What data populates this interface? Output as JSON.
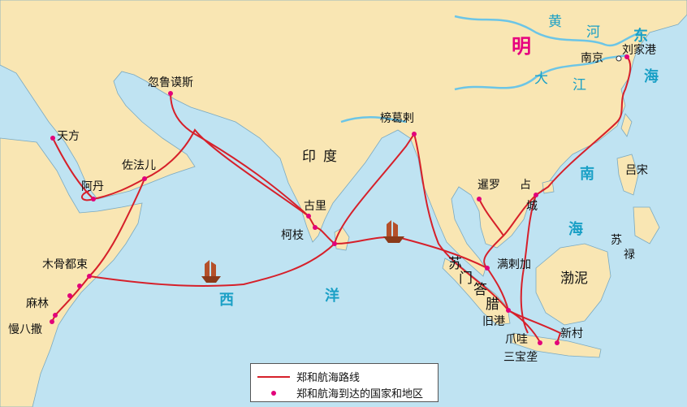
{
  "map": {
    "country_label": "明",
    "river_labels": [
      {
        "text": "黄",
        "id": "huang"
      },
      {
        "text": "河",
        "id": "he"
      },
      {
        "text": "大",
        "id": "da"
      },
      {
        "text": "江",
        "id": "jiang"
      }
    ],
    "sea_labels": [
      {
        "text": "东",
        "id": "dong"
      },
      {
        "text": "海",
        "id": "hai1"
      },
      {
        "text": "南",
        "id": "nan"
      },
      {
        "text": "海",
        "id": "hai2"
      },
      {
        "text": "西",
        "id": "xi"
      },
      {
        "text": "洋",
        "id": "yang"
      }
    ],
    "region_labels": [
      {
        "text": "印",
        "id": "yin"
      },
      {
        "text": "度",
        "id": "du"
      },
      {
        "text": "苏",
        "id": "su"
      },
      {
        "text": "门",
        "id": "men"
      },
      {
        "text": "答",
        "id": "da2"
      },
      {
        "text": "腊",
        "id": "la"
      },
      {
        "text": "渤泥",
        "id": "boni"
      }
    ],
    "places": [
      {
        "name": "南京",
        "id": "nanjing"
      },
      {
        "name": "刘家港",
        "id": "liujiagang"
      },
      {
        "name": "忽鲁谟斯",
        "id": "hulumosi"
      },
      {
        "name": "天方",
        "id": "tianfang"
      },
      {
        "name": "佐法儿",
        "id": "zuofaer"
      },
      {
        "name": "阿丹",
        "id": "adan"
      },
      {
        "name": "榜葛剌",
        "id": "banggela"
      },
      {
        "name": "古里",
        "id": "guli"
      },
      {
        "name": "柯枝",
        "id": "kezhi"
      },
      {
        "name": "木骨都束",
        "id": "mugudushu"
      },
      {
        "name": "麻林",
        "id": "malin"
      },
      {
        "name": "慢八撒",
        "id": "manbasa"
      },
      {
        "name": "暹罗",
        "id": "xianluo"
      },
      {
        "name": "占",
        "id": "zhan"
      },
      {
        "name": "城",
        "id": "cheng"
      },
      {
        "name": "吕宋",
        "id": "lvsong"
      },
      {
        "name": "苏",
        "id": "sulu1"
      },
      {
        "name": "禄",
        "id": "sulu2"
      },
      {
        "name": "满剌加",
        "id": "manlajia"
      },
      {
        "name": "旧港",
        "id": "jiugang"
      },
      {
        "name": "爪哇",
        "id": "zhaowa"
      },
      {
        "name": "三宝垄",
        "id": "sanbaolong"
      },
      {
        "name": "新村",
        "id": "xincun"
      }
    ]
  },
  "legend": {
    "route_label": "郑和航海路线",
    "stop_label": "郑和航海到达的国家和地区"
  },
  "colors": {
    "sea": "#bfe3f2",
    "land": "#f9e6b3",
    "route": "#d6202a",
    "stop": "#e2007a",
    "river": "#6cc5e6",
    "sea_text": "#1aa0c6",
    "country_text": "#e6007e"
  }
}
